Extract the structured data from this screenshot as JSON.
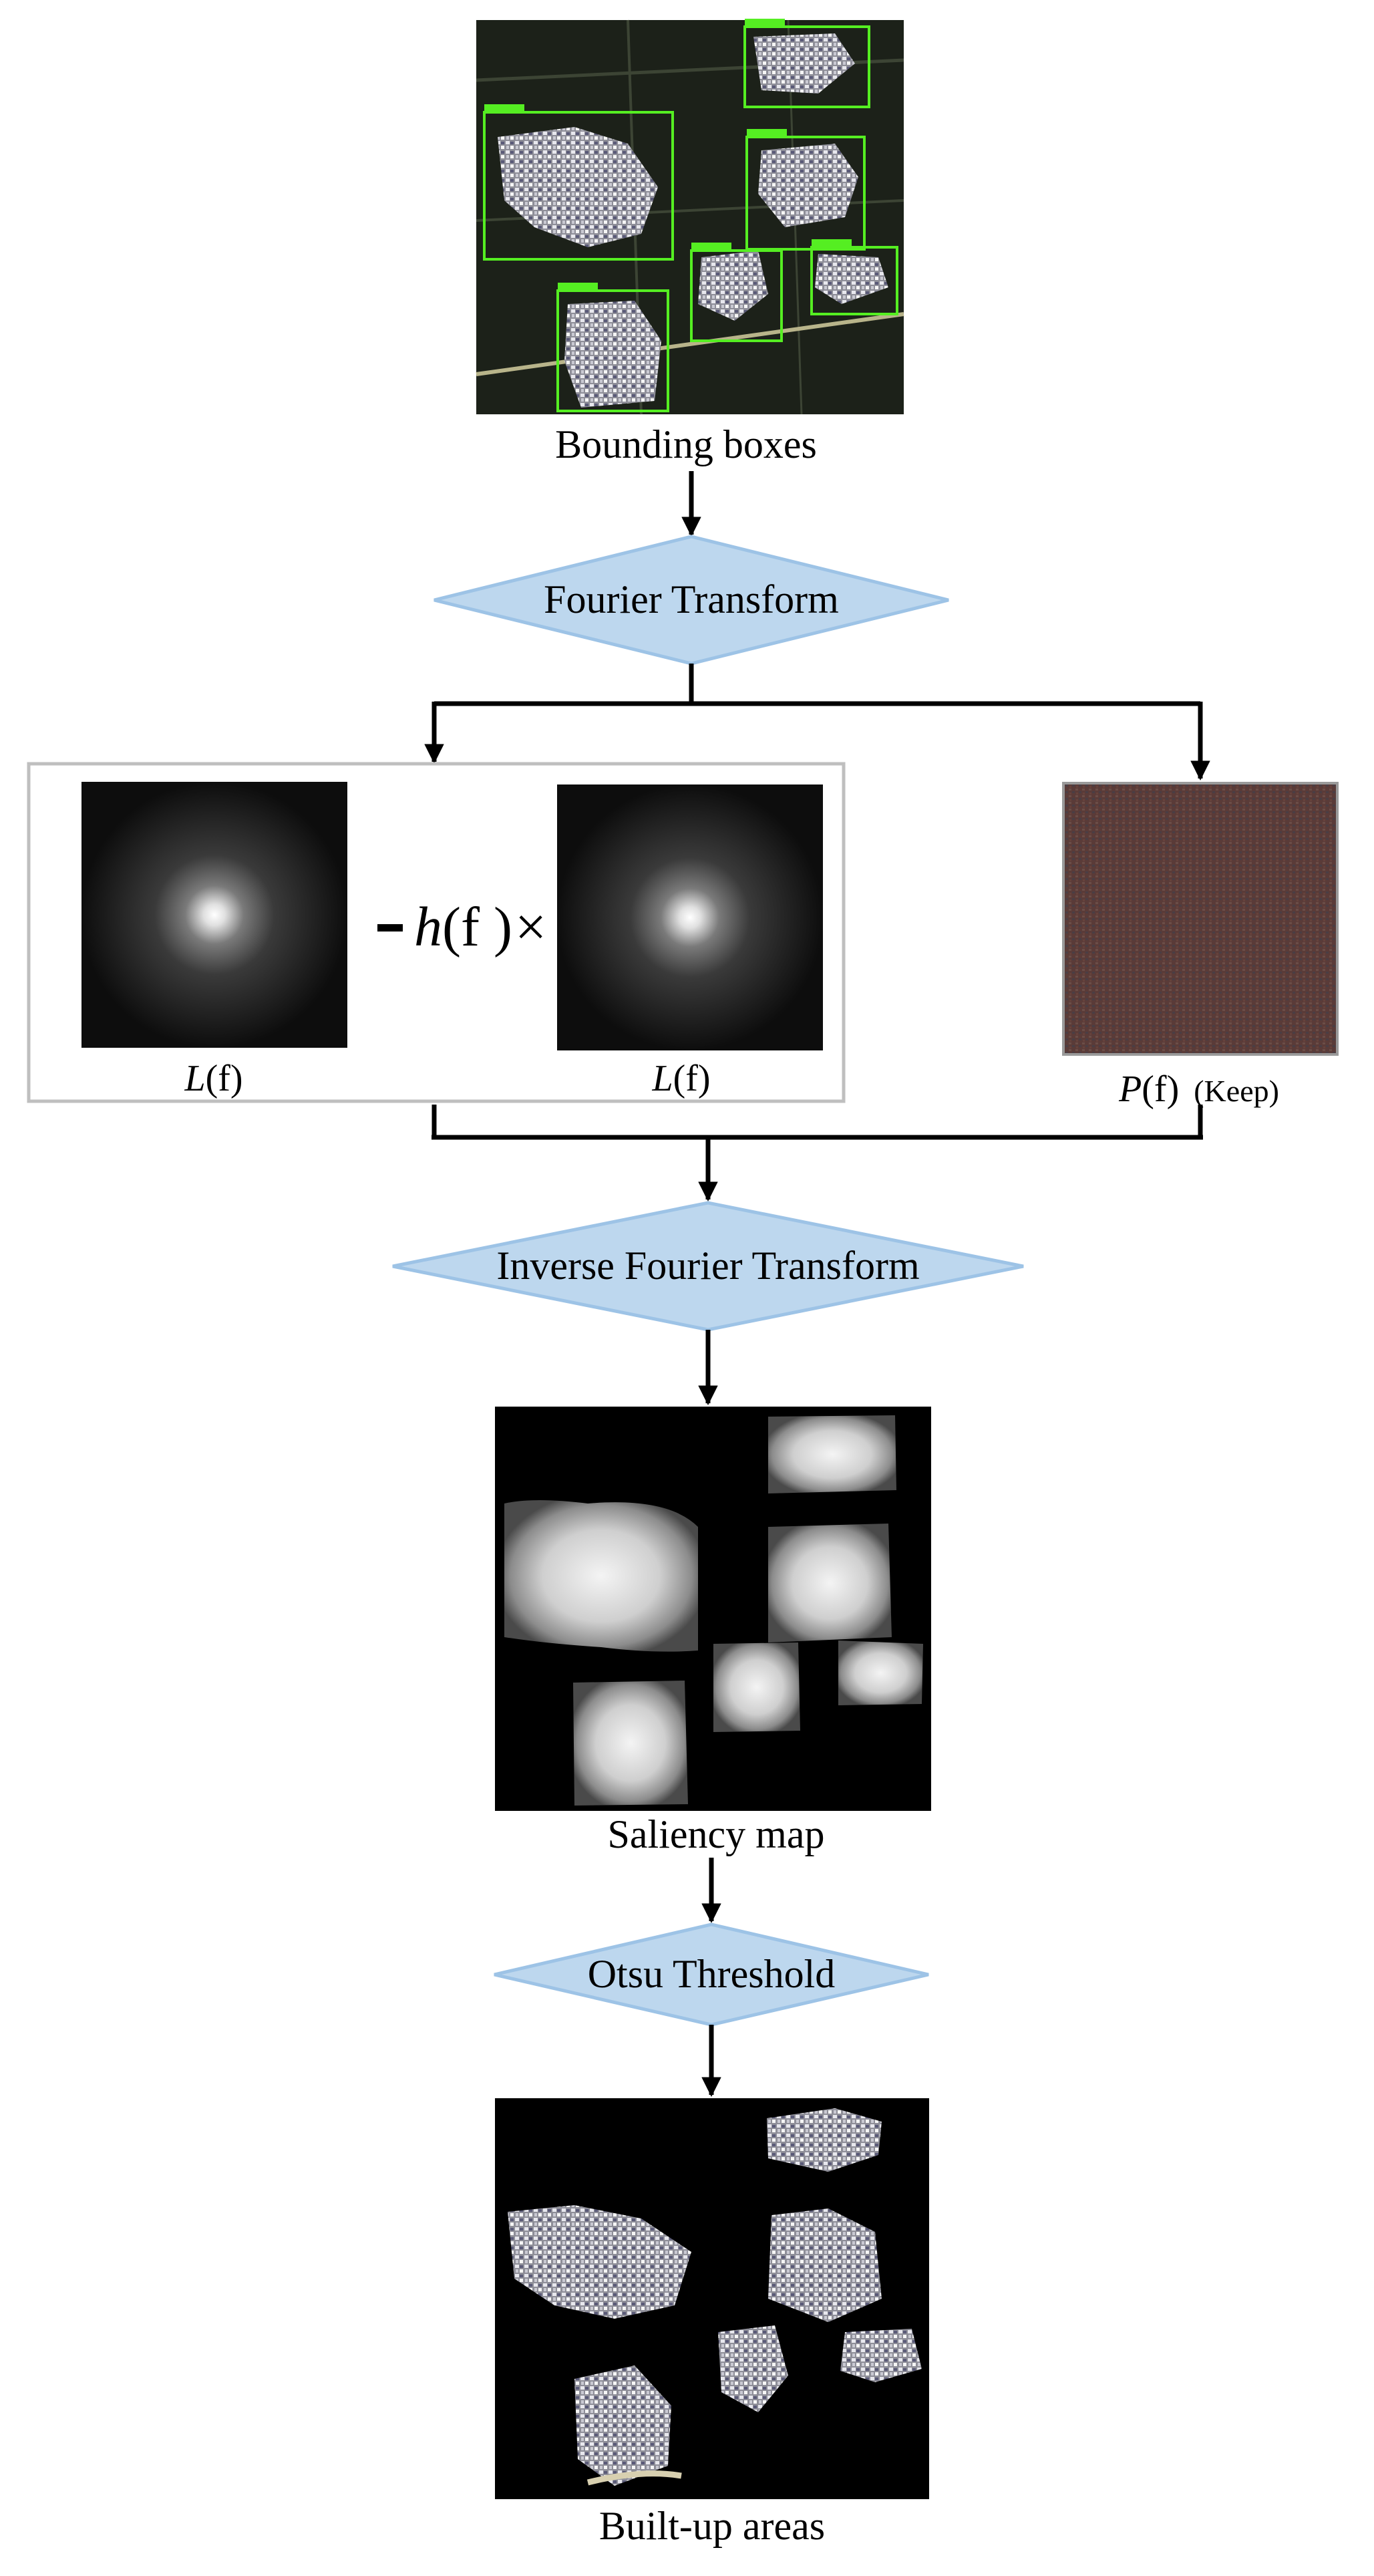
{
  "captions": {
    "bounding_boxes": "Bounding boxes",
    "saliency_map": "Saliency map",
    "built_up_areas": "Built-up areas"
  },
  "steps": {
    "fourier": "Fourier Transform",
    "inverse": "Inverse Fourier Transform",
    "otsu": "Otsu Threshold"
  },
  "spectrum_labels": {
    "left_symbol": "L",
    "left_arg": "(f)",
    "right_symbol": "L",
    "right_arg": "(f)",
    "phase_symbol": "P",
    "phase_arg": "(f)",
    "phase_note": "(Keep)"
  },
  "operator": {
    "minus": "-",
    "h": "h",
    "arg": "(f )",
    "times": "×"
  },
  "colors": {
    "diamond_fill": "#bdd7ee",
    "diamond_stroke": "#9dc3e6",
    "detection_box": "#55ee22",
    "group_border": "#bfbfbf"
  }
}
